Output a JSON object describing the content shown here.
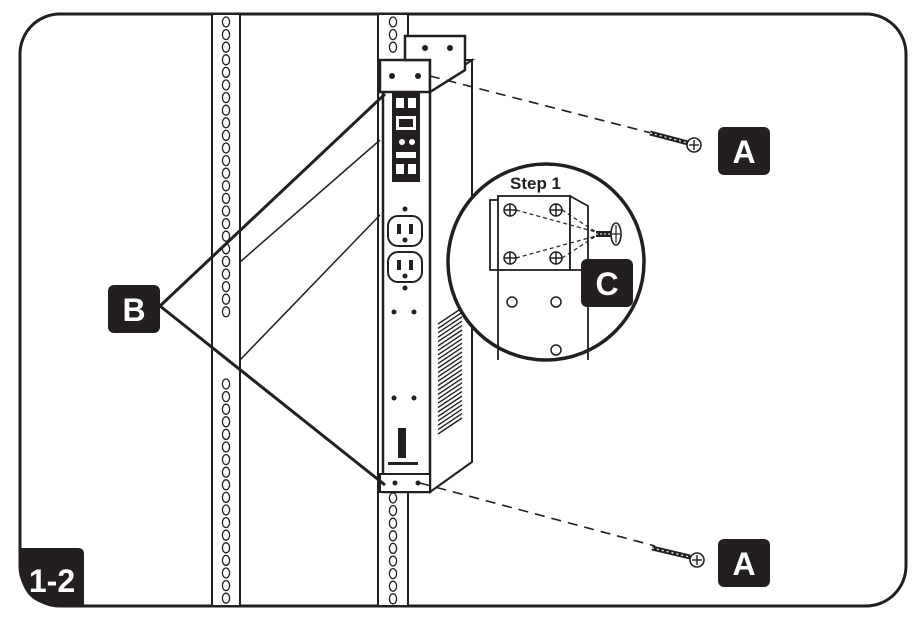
{
  "figure_number": "1-2",
  "callouts": {
    "a_top": "A",
    "a_bottom": "A",
    "b": "B",
    "c": "C"
  },
  "inset": {
    "title": "Step 1"
  },
  "colors": {
    "ink": "#231f20",
    "paper": "#ffffff",
    "callout_fill": "#231f20",
    "callout_text": "#ffffff"
  },
  "icons": [
    "screw-icon",
    "power-outlet-icon",
    "vent-grille-icon"
  ]
}
